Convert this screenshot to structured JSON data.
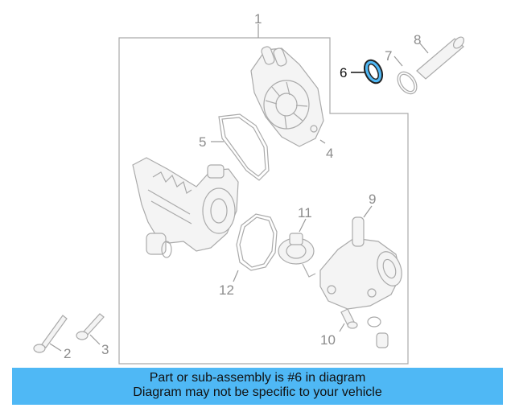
{
  "callouts": [
    "1",
    "2",
    "3",
    "4",
    "5",
    "6",
    "7",
    "8",
    "9",
    "10",
    "11",
    "12"
  ],
  "highlighted_part": "6",
  "highlight_color": "#4fb8f5",
  "banner": {
    "line1": "Part or sub-assembly is #6 in diagram",
    "line2": "Diagram may not be specific to your vehicle",
    "background": "#4fb8f5"
  }
}
